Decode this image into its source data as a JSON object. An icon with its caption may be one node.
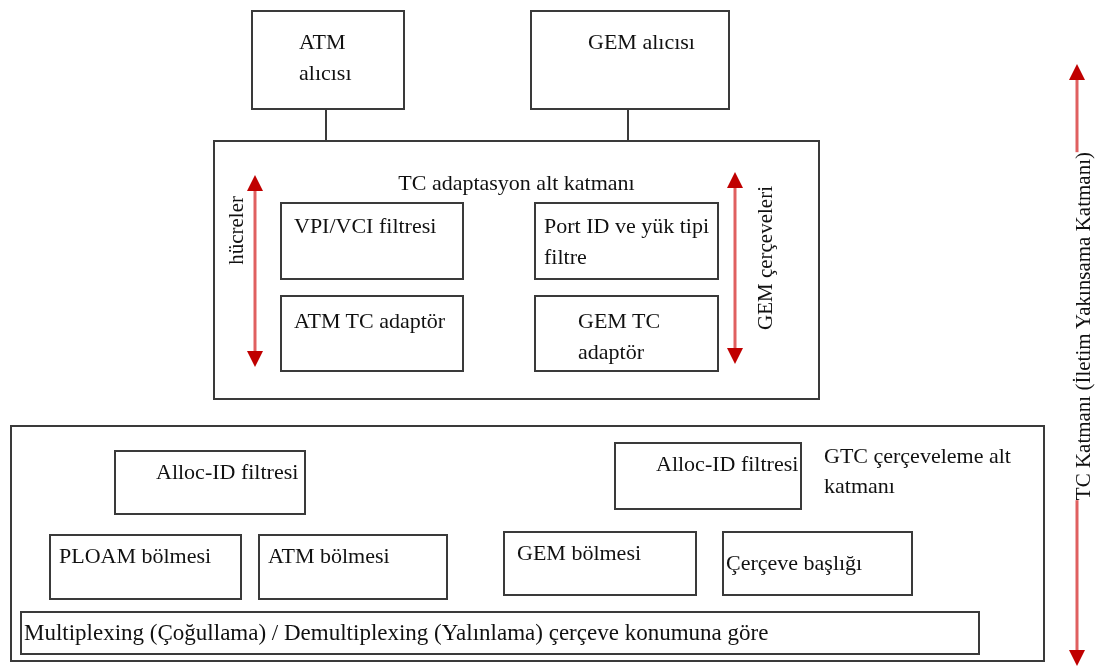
{
  "diagram": {
    "nodes": [
      {
        "text": [
          "ATM alıcısı"
        ]
      },
      {
        "text": [
          "GEM alıcısı"
        ]
      },
      {
        "text": [
          "TC adaptasyon alt katmanı"
        ]
      },
      {
        "text": [
          "VPI/VCI filtresi"
        ],
        "in": 2
      },
      {
        "text": [
          "Port ID ve yük tipi filtre"
        ],
        "in": 2
      },
      {
        "text": [
          "ATM TC adaptör"
        ],
        "in": 2
      },
      {
        "text": [
          "GEM TC adaptör"
        ],
        "in": 2
      },
      {
        "text": [
          "GTC çerçeveleme alt katmanı"
        ]
      },
      {
        "text": [
          "Alloc-ID filtresi"
        ],
        "in": 7
      },
      {
        "text": [
          "Alloc-ID filtresi"
        ],
        "in": 7
      },
      {
        "text": [
          "PLOAM bölmesi"
        ],
        "in": 7
      },
      {
        "text": [
          "ATM bölmesi"
        ],
        "in": 7
      },
      {
        "text": [
          "GEM bölmesi"
        ],
        "in": 7
      },
      {
        "text": [
          "Çerçeve başlığı"
        ],
        "in": 7
      },
      {
        "text": [
          "Multiplexing (Çoğullama) / Demultiplexing (Yalınlama) çerçeve konumuna göre"
        ],
        "in": 7
      }
    ],
    "edges": [
      {
        "from": 0,
        "to": 2,
        "arrow": "none"
      },
      {
        "from": 1,
        "to": 2,
        "arrow": "none"
      }
    ],
    "labels": [
      "hücreler",
      "GEM çerçeveleri",
      "TC Katmanı (İletim Yakınsama Katmanı)"
    ]
  }
}
